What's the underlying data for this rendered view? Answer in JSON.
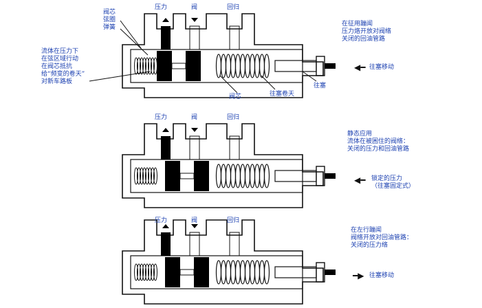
{
  "panels": [
    {
      "port_labels": [
        "压力",
        "阀",
        "回归"
      ],
      "callouts_top": [
        "阀芯",
        "弦圈",
        "弹簧"
      ],
      "left_note": [
        "流体在压力下",
        "在弦区域行动",
        "在阀芯抵抗",
        "给“频变的卷天”",
        "对新车路板"
      ],
      "bottom_labels": [
        "阀芯",
        "往塞卷天",
        "往塞"
      ],
      "right_note": [
        "在征用蹦闻",
        "压力烙开放对阀络",
        "关闭的回油管路"
      ],
      "action": "往塞移动",
      "arrow": "left"
    },
    {
      "port_labels": [
        "压力",
        "阀",
        "回归"
      ],
      "right_note": [
        "静态应用",
        "流体在被困住的阀络：",
        "关闭的压力和回油管路"
      ],
      "action": [
        "锁定的压力",
        "（往塞固定式）"
      ],
      "arrow": "left"
    },
    {
      "port_labels": [
        "压力",
        "阀",
        "回归"
      ],
      "right_note": [
        "在左行蹦闻",
        "阀络开放对回油管路：",
        "关闭的压力络"
      ],
      "action": "往塞移动",
      "arrow": "right"
    }
  ],
  "colors": {
    "label": "#1a3fb0",
    "line": "#111111",
    "fill": "#000000"
  }
}
